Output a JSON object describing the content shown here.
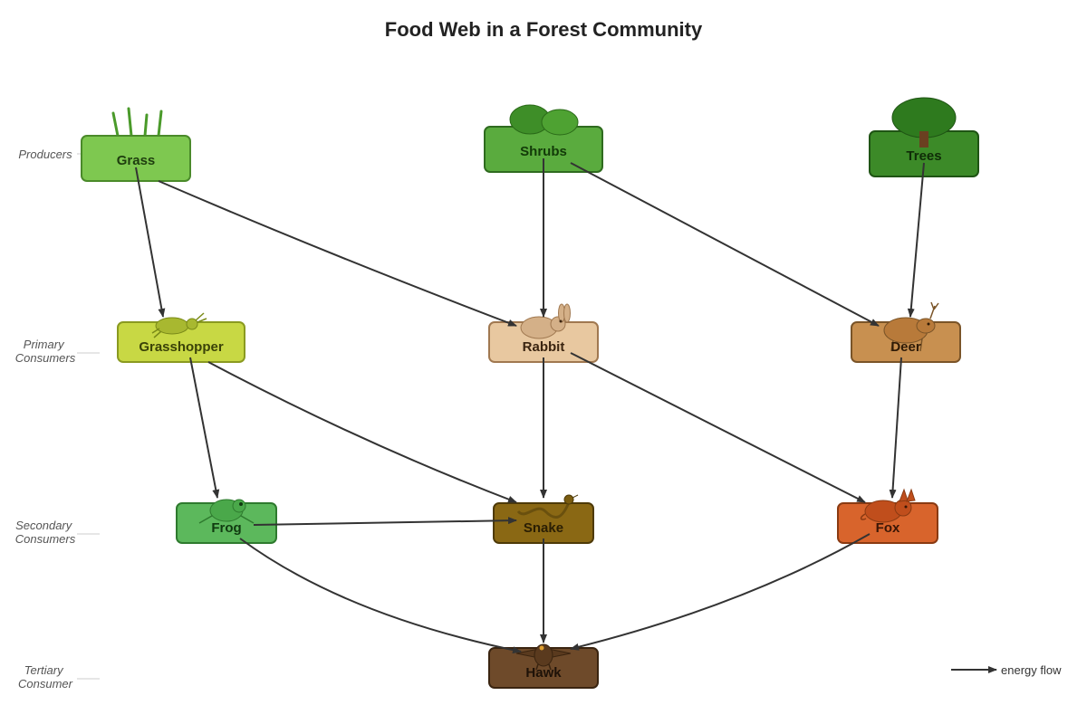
{
  "title": "Food Web in a Forest Community",
  "levels": {
    "producers": [
      "Producers"
    ],
    "primary": [
      "Primary",
      "Consumers"
    ],
    "secondary": [
      "Secondary",
      "Consumers"
    ],
    "tertiary": [
      "Tertiary",
      "Consumer"
    ]
  },
  "nodes": {
    "grass": {
      "label": "Grass",
      "fill": "#7ec850",
      "stroke": "#4a8a2a",
      "text": "#1e3d0e"
    },
    "shrubs": {
      "label": "Shrubs",
      "fill": "#5aab3e",
      "stroke": "#2f6b1f",
      "text": "#123a08"
    },
    "trees": {
      "label": "Trees",
      "fill": "#3c8a28",
      "stroke": "#1f5414",
      "text": "#0f2c07"
    },
    "grasshopper": {
      "label": "Grasshopper",
      "fill": "#c8d844",
      "stroke": "#8a9a20",
      "text": "#3a4208"
    },
    "rabbit": {
      "label": "Rabbit",
      "fill": "#e8c8a0",
      "stroke": "#a07850",
      "text": "#3a2410"
    },
    "deer": {
      "label": "Deer",
      "fill": "#c89050",
      "stroke": "#7a5428",
      "text": "#2e1a06"
    },
    "frog": {
      "label": "Frog",
      "fill": "#5cb85c",
      "stroke": "#2e7a2e",
      "text": "#103a10"
    },
    "snake": {
      "label": "Snake",
      "fill": "#8a6814",
      "stroke": "#4e3a08",
      "text": "#2a1e04"
    },
    "fox": {
      "label": "Fox",
      "fill": "#d8642c",
      "stroke": "#8a3a12",
      "text": "#3a1606"
    },
    "hawk": {
      "label": "Hawk",
      "fill": "#6e4a2a",
      "stroke": "#3a2410",
      "text": "#1e1208"
    }
  },
  "edges": [
    {
      "from": "Grass",
      "to": "Grasshopper"
    },
    {
      "from": "Grass",
      "to": "Rabbit"
    },
    {
      "from": "Shrubs",
      "to": "Rabbit"
    },
    {
      "from": "Shrubs",
      "to": "Deer"
    },
    {
      "from": "Trees",
      "to": "Deer"
    },
    {
      "from": "Grasshopper",
      "to": "Frog"
    },
    {
      "from": "Grasshopper",
      "to": "Snake"
    },
    {
      "from": "Rabbit",
      "to": "Snake"
    },
    {
      "from": "Rabbit",
      "to": "Fox"
    },
    {
      "from": "Deer",
      "to": "Fox"
    },
    {
      "from": "Frog",
      "to": "Snake"
    },
    {
      "from": "Frog",
      "to": "Hawk"
    },
    {
      "from": "Snake",
      "to": "Hawk"
    },
    {
      "from": "Fox",
      "to": "Hawk"
    }
  ],
  "legend": {
    "label": "energy flow"
  },
  "colors": {
    "arrow": "#333333",
    "background": "#ffffff"
  }
}
